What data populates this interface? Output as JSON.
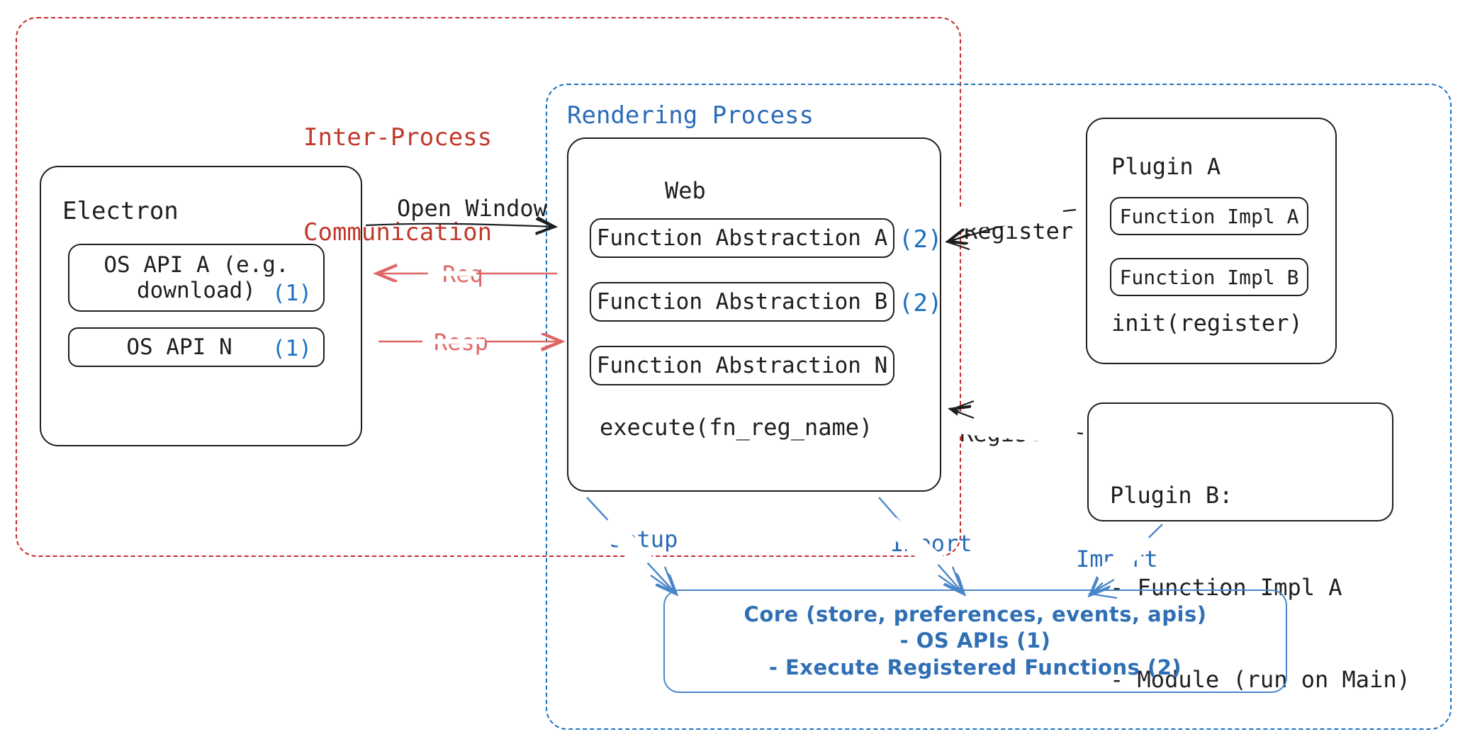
{
  "diagram": {
    "title_hidden": "",
    "colors": {
      "ipc_red": "#c0392b",
      "render_blue": "#2b6cb8",
      "core_blue": "#2f6fb5",
      "ink": "#1e1e1e"
    }
  },
  "containers": {
    "ipc": {
      "label": "Inter-Process\nCommunication",
      "label_line1": "Inter-Process",
      "label_line2": "Communication",
      "style": "dashed",
      "color": "#c0392b"
    },
    "rendering": {
      "label": "Rendering Process",
      "style": "dashed",
      "color": "#2b6cb8"
    }
  },
  "electron": {
    "title": "Electron",
    "apis": [
      {
        "name": "OS API A (e.g.\ndownload)",
        "line1": "OS API A (e.g.",
        "line2": "download)",
        "marker": "(1)"
      },
      {
        "name": "OS API N",
        "line1": "OS API N",
        "line2": "",
        "marker": "(1)"
      }
    ]
  },
  "web": {
    "title": "Web",
    "abstractions": [
      {
        "label": "Function Abstraction A",
        "marker": "(2)"
      },
      {
        "label": "Function Abstraction B",
        "marker": "(2)"
      },
      {
        "label": "Function Abstraction N",
        "marker": ""
      }
    ],
    "footer": "execute(fn_reg_name)"
  },
  "plugin_a": {
    "title": "Plugin A",
    "items": [
      {
        "label": "Function Impl A"
      },
      {
        "label": "Function Impl B"
      }
    ],
    "footer": "init(register)"
  },
  "plugin_b": {
    "title": "Plugin B:",
    "items": [
      {
        "label": "- Function Impl A"
      },
      {
        "label": "- Module (run on Main)"
      }
    ]
  },
  "core": {
    "lines": [
      "Core (store, preferences, events, apis)",
      "- OS APIs (1)",
      "- Execute Registered Functions (2)"
    ]
  },
  "arrows": {
    "open_window": {
      "label": "Open Window",
      "color": "#1e1e1e"
    },
    "req": {
      "label": "Req",
      "color": "#e06666"
    },
    "resp": {
      "label": "Resp",
      "color": "#e06666"
    },
    "register_a": {
      "label": "Register",
      "color": "#1e1e1e"
    },
    "register_b": {
      "label": "Register",
      "color": "#1e1e1e"
    },
    "setup": {
      "label": "Setup",
      "color": "#2b6cb8"
    },
    "import_web": {
      "label": "Import",
      "color": "#2b6cb8"
    },
    "import_plugin": {
      "label": "Import",
      "color": "#2b6cb8"
    }
  }
}
